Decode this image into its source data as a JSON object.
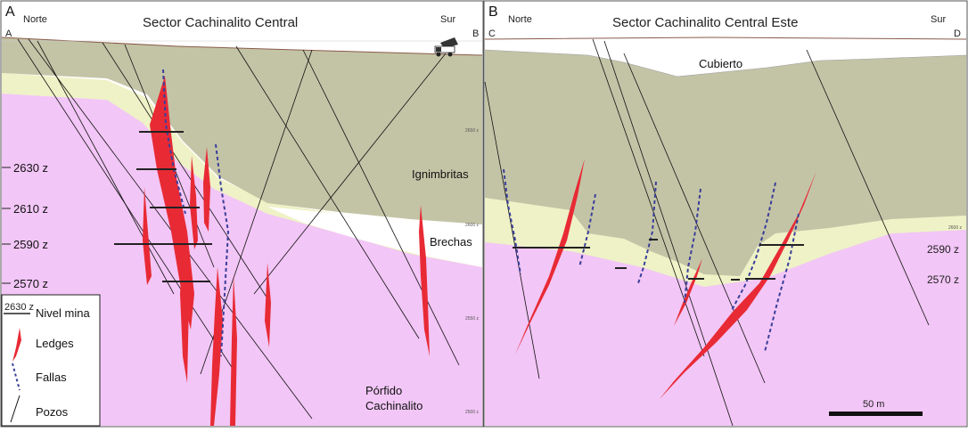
{
  "panel_a": {
    "letter": "A",
    "title": "Sector Cachinalito Central",
    "left_label": "Norte",
    "right_label": "Sur",
    "left_point": "A",
    "right_point": "B",
    "levels": [
      "2630 z",
      "2610 z",
      "2590 z",
      "2570 z"
    ],
    "units": {
      "ignimbritas": "Ignimbritas",
      "brechas": "Brechas",
      "porfido_line1": "Pórfido",
      "porfido_line2": "Cachinalito"
    },
    "scale_ticks": [
      "2650 z",
      "2600 z",
      "2550 z",
      "2500 z"
    ]
  },
  "panel_b": {
    "letter": "B",
    "title": "Sector Cachinalito Central Este",
    "left_label": "Norte",
    "right_label": "Sur",
    "left_point": "C",
    "right_point": "D",
    "levels": [
      "2590 z",
      "2570 z"
    ],
    "units": {
      "cubierto": "Cubierto"
    },
    "scale_ticks": [
      "2600 z"
    ],
    "scale_bar": "50 m"
  },
  "legend": {
    "nivel_label": "2630 z",
    "nivel_mina": "Nivel mina",
    "ledges": "Ledges",
    "fallas": "Fallas",
    "pozos": "Pozos"
  },
  "colors": {
    "ignimbrite": "#c3c4a6",
    "breccia_pale": "#eef2c6",
    "porphyry": "#f2c6f6",
    "ledge": "#e82a35",
    "fault": "#3b3f9a"
  }
}
